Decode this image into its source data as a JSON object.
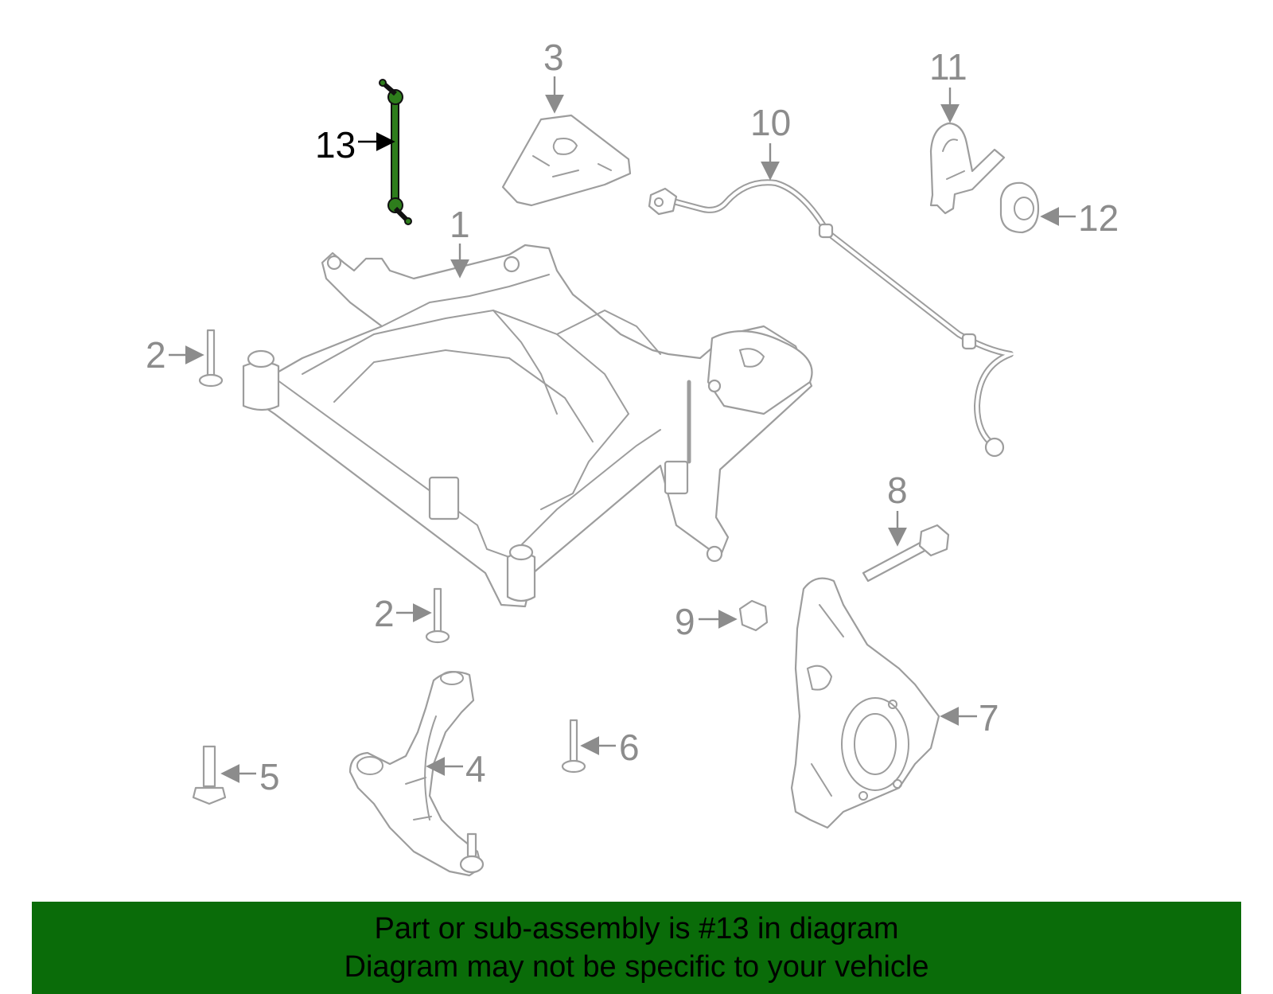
{
  "callouts": {
    "c1": "1",
    "c2a": "2",
    "c2b": "2",
    "c3": "3",
    "c4": "4",
    "c5": "5",
    "c6": "6",
    "c7": "7",
    "c8": "8",
    "c9": "9",
    "c10": "10",
    "c11": "11",
    "c12": "12",
    "c13": "13"
  },
  "highlighted_part": "13",
  "colors": {
    "highlight_part": "#2e7d1c",
    "banner_background": "#0a6c09",
    "callout_gray": "#8c8c8c",
    "highlight_callout": "#000000"
  },
  "banner": {
    "line1": "Part or sub-assembly is #13 in diagram",
    "line2": "Diagram may not be specific to your vehicle"
  }
}
